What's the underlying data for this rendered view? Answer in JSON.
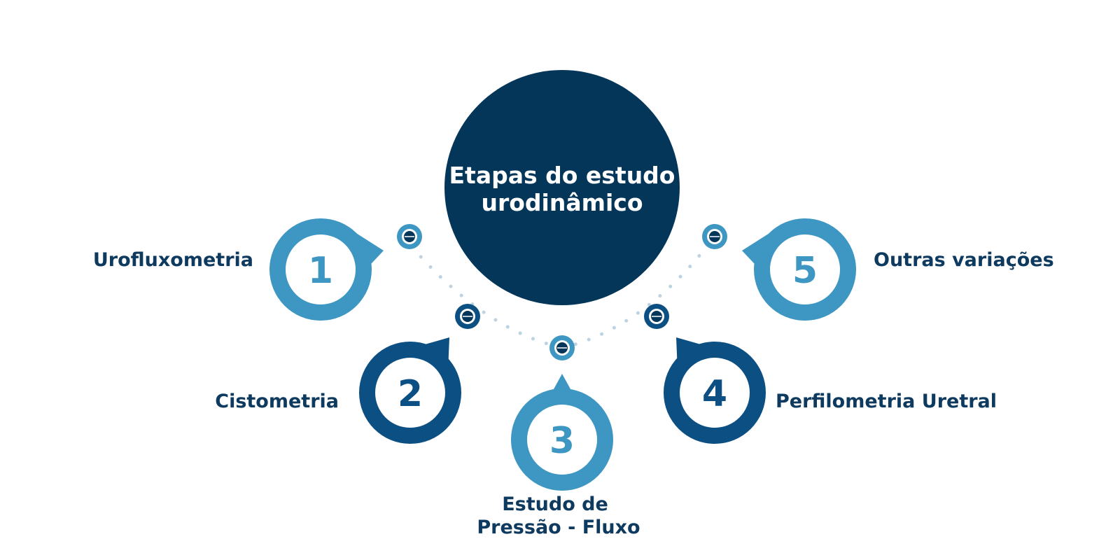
{
  "center": {
    "title_line1": "Etapas do estudo",
    "title_line2": "urodinâmico"
  },
  "steps": [
    {
      "number": "1",
      "label": "Urofluxometria"
    },
    {
      "number": "2",
      "label": "Cistometria"
    },
    {
      "number": "3",
      "label_line1": "Estudo de",
      "label_line2": "Pressão - Fluxo"
    },
    {
      "number": "4",
      "label": "Perfilometria Uretral"
    },
    {
      "number": "5",
      "label": "Outras variações"
    }
  ],
  "colors": {
    "center_circle": "#04365a",
    "light_blue": "#3e97c2",
    "dark_blue": "#0b4f83",
    "label_text": "#0d3a5e",
    "dots": "#bcd3e3"
  }
}
